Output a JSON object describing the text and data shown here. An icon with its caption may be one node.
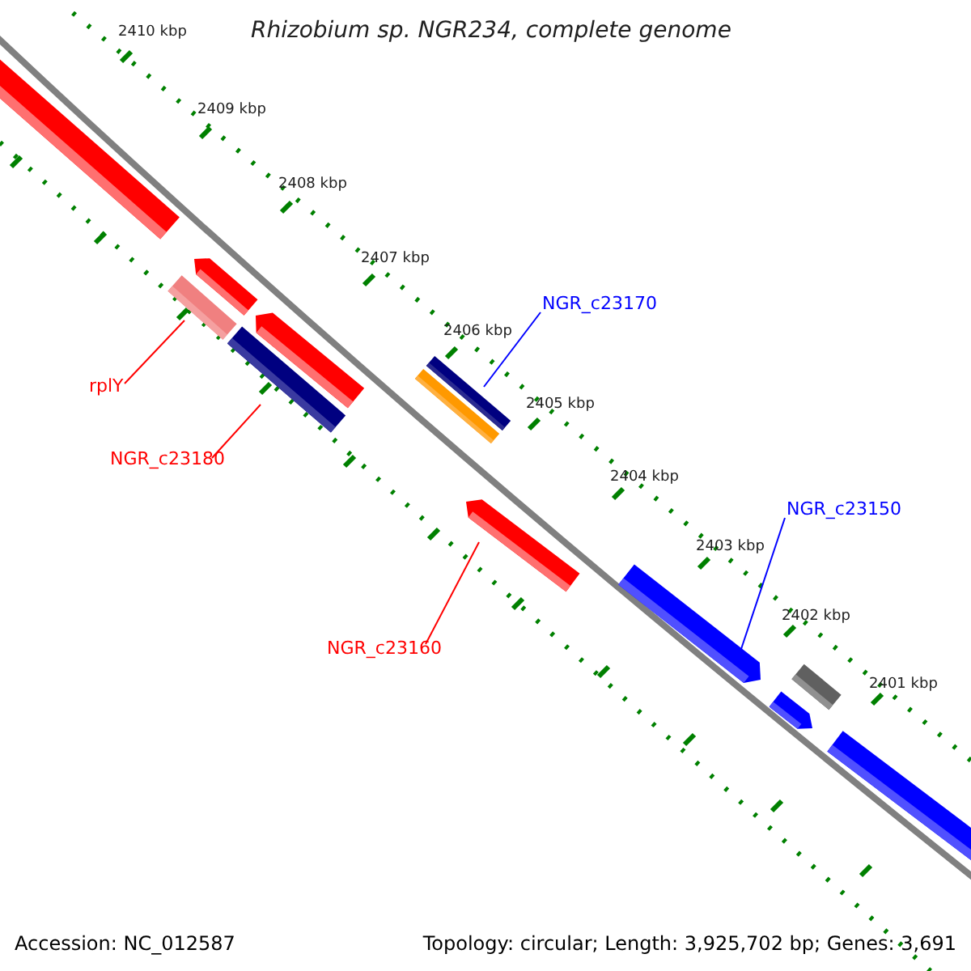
{
  "diagram": {
    "title": "Rhizobium sp. NGR234, complete genome",
    "nodes": [
      {
        "text": [
          "NGR_c23170"
        ]
      },
      {
        "text": [
          "rplY"
        ]
      },
      {
        "text": [
          "NGR_c23180"
        ]
      },
      {
        "text": [
          "NGR_c23150"
        ]
      },
      {
        "text": [
          "NGR_c23160"
        ]
      },
      {
        "text": [],
        "shape": "bar"
      },
      {
        "text": [],
        "shape": "bar"
      },
      {
        "text": [],
        "shape": "bar"
      },
      {
        "text": [],
        "shape": "bar"
      },
      {
        "text": [],
        "shape": "bar"
      },
      {
        "text": [],
        "shape": "bar"
      },
      {
        "text": [],
        "shape": "bar"
      },
      {
        "text": [],
        "shape": "bar"
      },
      {
        "text": [],
        "shape": "bar"
      },
      {
        "text": [],
        "shape": "bar"
      },
      {
        "text": [],
        "shape": "bar"
      },
      {
        "text": [],
        "shape": "bar"
      }
    ],
    "edges": [
      {
        "from": 0,
        "to": 10,
        "arrow": "none",
        "color": "#0000ff"
      },
      {
        "from": 1,
        "to": 6,
        "arrow": "none"
      },
      {
        "from": 2,
        "to": 9,
        "arrow": "none"
      },
      {
        "from": 3,
        "to": 13,
        "arrow": "none",
        "color": "#0000ff"
      },
      {
        "from": 4,
        "to": 12,
        "arrow": "none"
      }
    ],
    "labels": [
      "2410 kbp",
      "2409 kbp",
      "2408 kbp",
      "2407 kbp",
      "2406 kbp",
      "2405 kbp",
      "2404 kbp",
      "2403 kbp",
      "2402 kbp",
      "2401 kbp",
      "Accession: NC_012587",
      "Topology: circular; Length: 3,925,702 bp; Genes: 3,691"
    ]
  }
}
